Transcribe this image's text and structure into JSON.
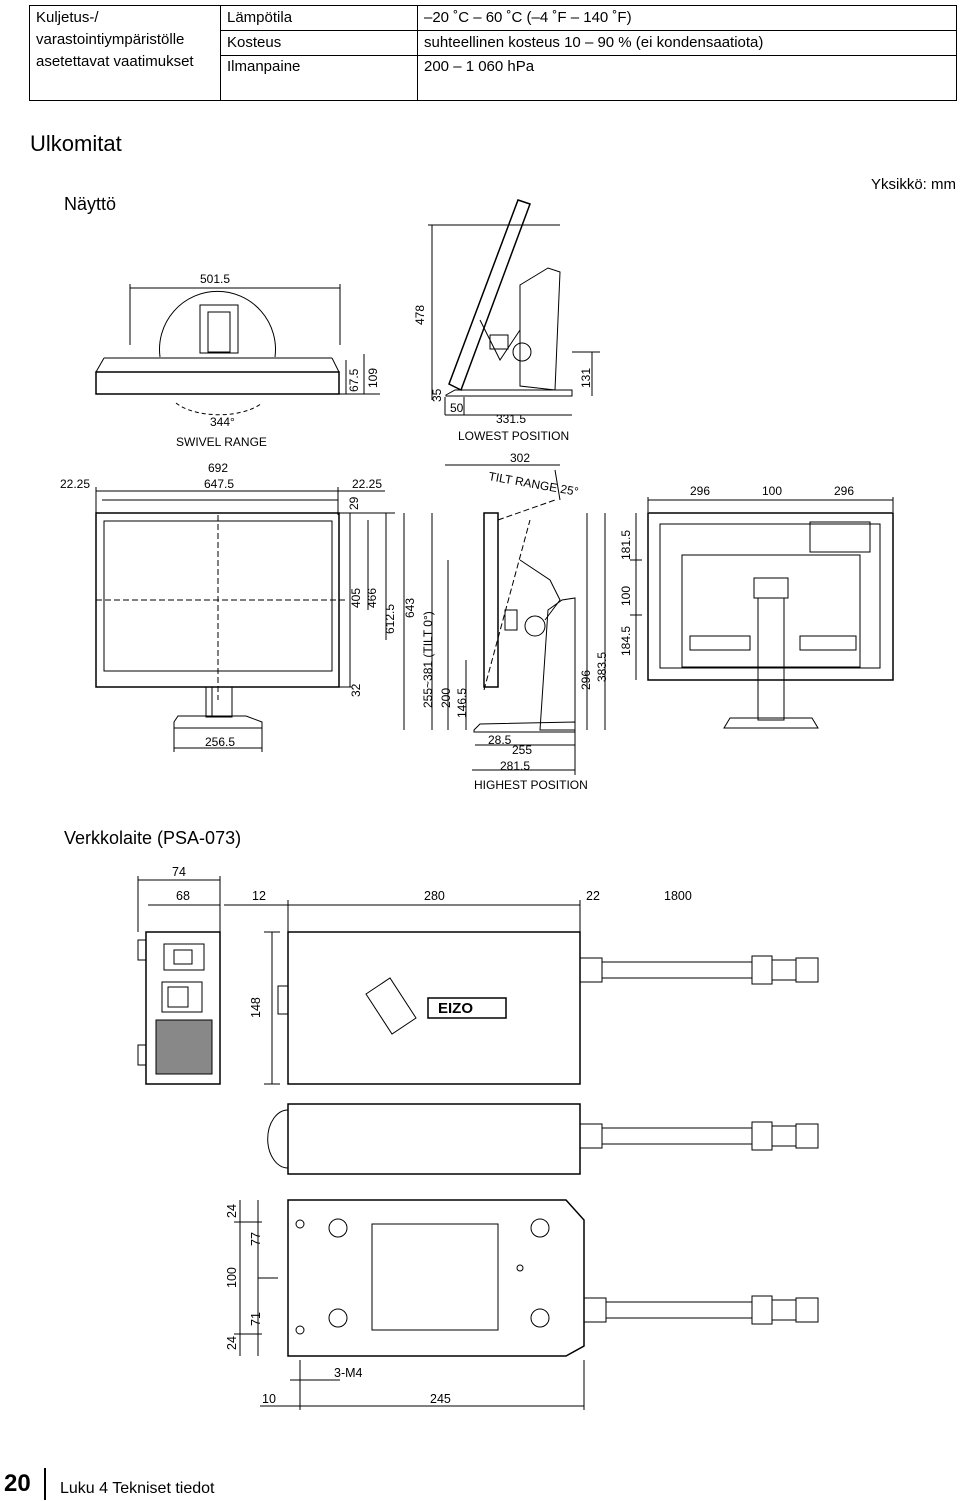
{
  "spec_table": {
    "category": "Kuljetus-/ varastointiympäristölle asetettavat vaatimukset",
    "rows": [
      {
        "label": "Lämpötila",
        "value": "–20 ˚C – 60 ˚C (–4 ˚F – 140 ˚F)"
      },
      {
        "label": "Kosteus",
        "value": "suhteellinen kosteus 10 – 90 % (ei kondensaatiota)"
      },
      {
        "label": "Ilmanpaine",
        "value": "200 – 1 060 hPa"
      }
    ]
  },
  "section_title": "Ulkomitat",
  "display": {
    "heading": "Näyttö",
    "unit": "Yksikkö: mm",
    "top_view": {
      "width": "501.5",
      "swivel_angle": "344°",
      "swivel_label": "SWIVEL RANGE",
      "h1": "67.5",
      "h2": "109"
    },
    "side_top": {
      "height": "478",
      "d35": "35",
      "d50": "50",
      "d131": "131",
      "depth": "331.5",
      "lowest": "LOWEST POSITION",
      "d302": "302",
      "tilt": "TILT RANGE 25°"
    },
    "front": {
      "w692": "692",
      "w647": "647.5",
      "margin_l": "22.25",
      "margin_r": "22.25",
      "d29": "29",
      "d405": "405",
      "d466": "466",
      "d612": "612.5",
      "d643": "643",
      "d32": "32",
      "stand_w": "256.5"
    },
    "side_front": {
      "range": "255~381 (TILT 0°)",
      "d200": "200",
      "d146": "146.5",
      "d28": "28.5",
      "d255": "255",
      "d281": "281.5",
      "highest": "HIGHEST POSITION",
      "d296": "296",
      "d383": "383.5"
    },
    "back": {
      "w_left": "296",
      "w_mid": "100",
      "w_right": "296",
      "d181": "181.5",
      "d100": "100",
      "d184": "184.5"
    }
  },
  "psu": {
    "heading": "Verkkolaite (PSA-073)",
    "d74": "74",
    "d68": "68",
    "d12": "12",
    "d280": "280",
    "d22": "22",
    "d1800": "1800",
    "d148": "148",
    "d24a": "24",
    "d77": "77",
    "d100": "100",
    "d71": "71",
    "d24b": "24",
    "screw": "3-M4",
    "d10": "10",
    "d245": "245",
    "logo": "EIZO"
  },
  "footer": {
    "page": "20",
    "chapter": "Luku 4 Tekniset tiedot"
  }
}
